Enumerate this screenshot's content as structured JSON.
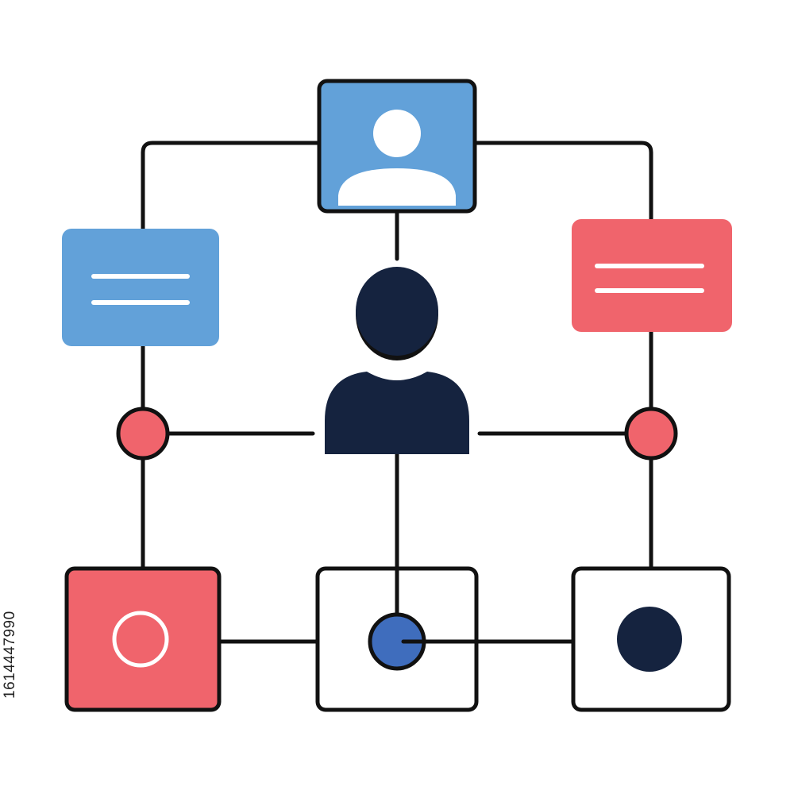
{
  "colors": {
    "outline": "#111111",
    "blue": "#62A1D9",
    "red": "#F0646C",
    "navy": "#15233F",
    "royal_blue": "#3F6DBD",
    "white": "#FFFFFF"
  },
  "diagram": {
    "center_node": {
      "icon": "person-icon",
      "color": "navy"
    },
    "nodes": [
      {
        "id": "profile-card",
        "icon": "user-avatar-icon",
        "fill": "blue"
      },
      {
        "id": "left-message-card",
        "icon": "text-lines-icon",
        "fill": "blue"
      },
      {
        "id": "right-message-card",
        "icon": "text-lines-icon",
        "fill": "red"
      },
      {
        "id": "left-junction",
        "icon": "dot-icon",
        "fill": "red"
      },
      {
        "id": "right-junction",
        "icon": "dot-icon",
        "fill": "red"
      },
      {
        "id": "bottom-left-box",
        "icon": "ring-icon",
        "fill": "red"
      },
      {
        "id": "bottom-center-box",
        "icon": "dot-icon",
        "fill": "white"
      },
      {
        "id": "bottom-right-box",
        "icon": "dot-icon",
        "fill": "white"
      }
    ],
    "connections": [
      [
        "profile-card",
        "left-message-card"
      ],
      [
        "profile-card",
        "right-message-card"
      ],
      [
        "profile-card",
        "center-person"
      ],
      [
        "left-message-card",
        "left-junction"
      ],
      [
        "right-message-card",
        "right-junction"
      ],
      [
        "left-junction",
        "center-person"
      ],
      [
        "right-junction",
        "center-person"
      ],
      [
        "left-junction",
        "bottom-left-box"
      ],
      [
        "right-junction",
        "bottom-right-box"
      ],
      [
        "center-person",
        "bottom-center-box"
      ],
      [
        "bottom-left-box",
        "bottom-center-box"
      ],
      [
        "bottom-center-box",
        "bottom-right-box"
      ]
    ]
  },
  "watermark": {
    "stock_id": "1614447990"
  }
}
